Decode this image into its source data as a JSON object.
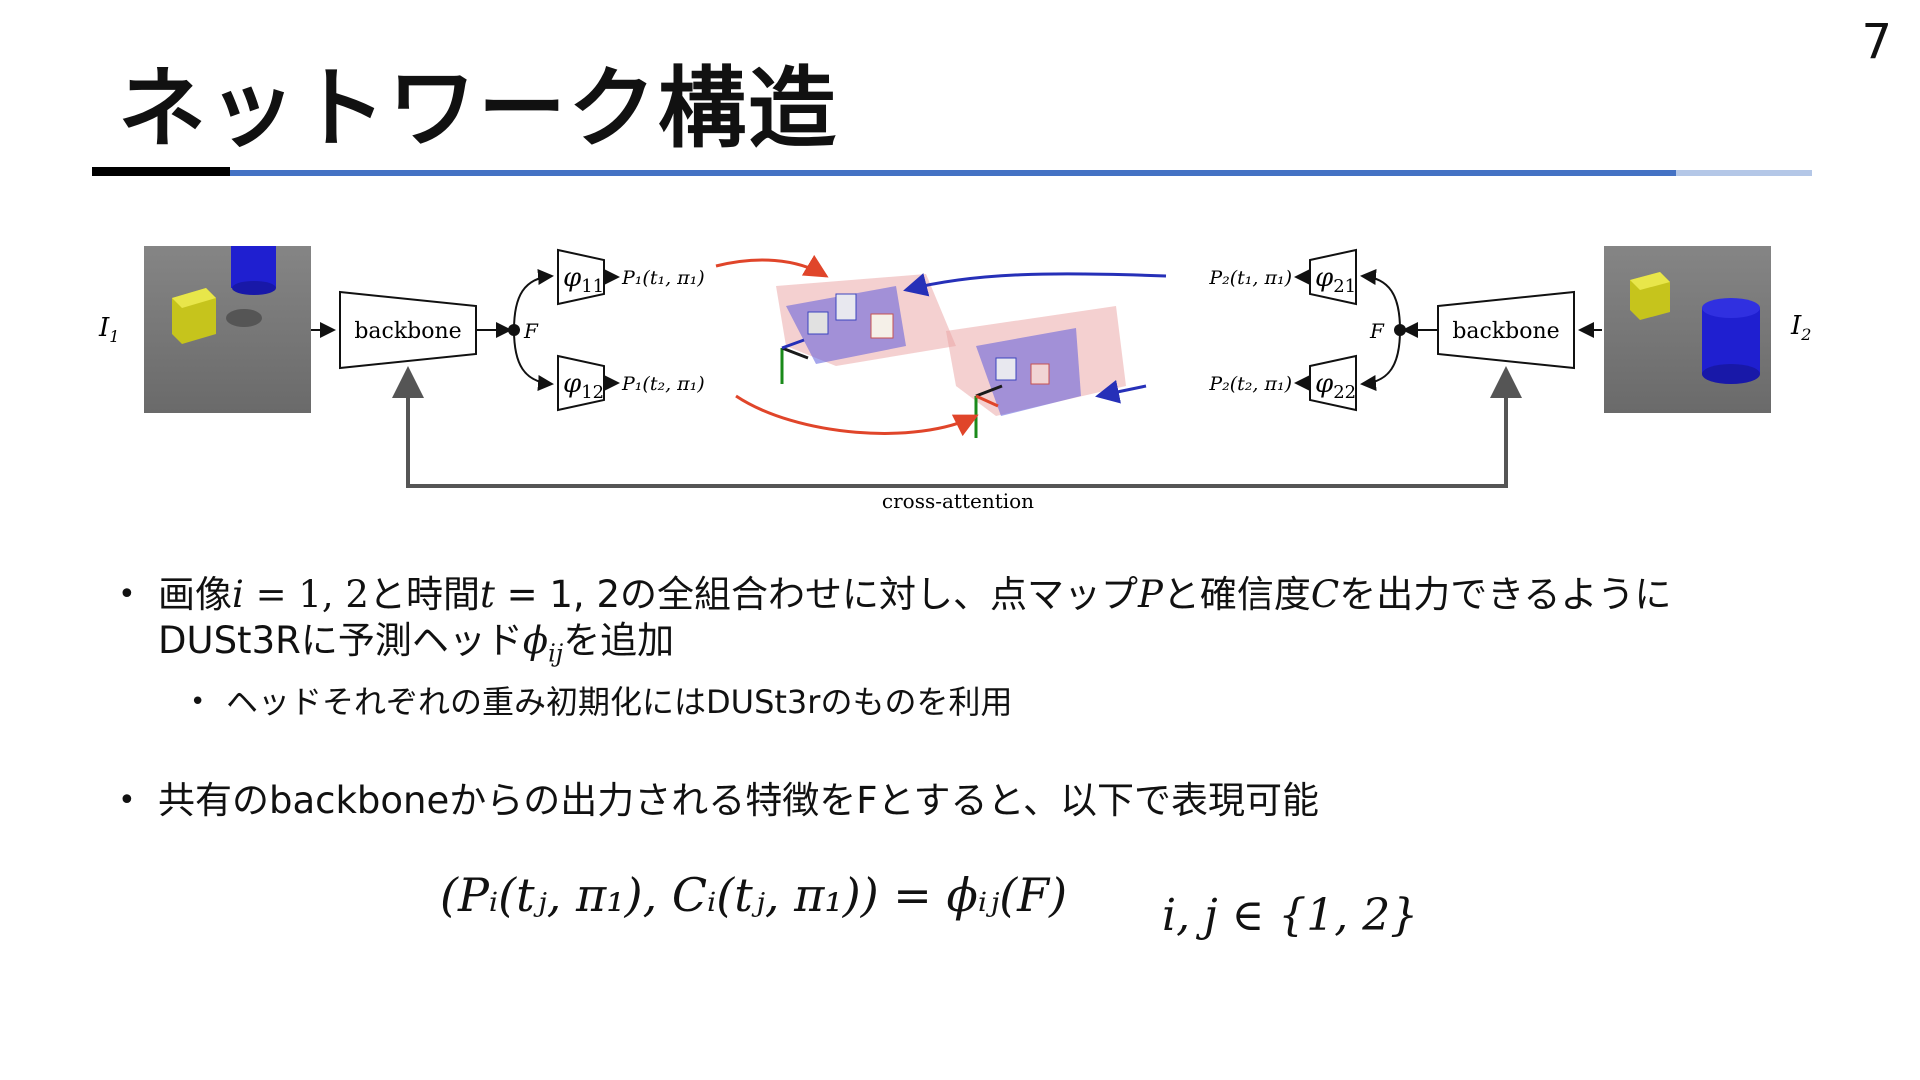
{
  "page_number": "7",
  "title": "ネットワーク構造",
  "figure": {
    "left_image_label": "I",
    "left_image_sub": "1",
    "right_image_label": "I",
    "right_image_sub": "2",
    "left_backbone": "backbone",
    "right_backbone": "backbone",
    "feature_left": "F",
    "feature_right": "F",
    "head_11": "φ",
    "head_11_sub": "11",
    "head_12": "φ",
    "head_12_sub": "12",
    "head_21": "φ",
    "head_21_sub": "21",
    "head_22": "φ",
    "head_22_sub": "22",
    "out_11": "P₁(t₁, π₁)",
    "out_12": "P₁(t₂, π₁)",
    "out_21": "P₂(t₁, π₁)",
    "out_22": "P₂(t₂, π₁)",
    "cross_attention": "cross-attention",
    "colors": {
      "red_arrow": "#e0452a",
      "blue_arrow": "#2630b8",
      "cube": "#d9d72a",
      "cylinder": "#1f1fd0"
    }
  },
  "bullets": {
    "b1_part1": "画像",
    "b1_math1": "i",
    "b1_part2": " = 1, 2と時間",
    "b1_math2": "t",
    "b1_part3": " = 1, 2の全組合わせに対し、点マップ",
    "b1_math3": "P",
    "b1_part4": "と確信度",
    "b1_math4": "C",
    "b1_part5": "を出力できるように",
    "b1_line2_part1": "DUSt3Rに予測ヘッド",
    "b1_line2_math": "ϕ",
    "b1_line2_sub": "ij",
    "b1_line2_part2": "を追加",
    "sub1": "ヘッドそれぞれの重み初期化にはDUSt3rのものを利用",
    "b2": "共有のbackboneからの出力される特徴をFとすると、以下で表現可能"
  },
  "equation": {
    "lhs": "(Pᵢ(tⱼ, π₁), Cᵢ(tⱼ, π₁)) = ϕᵢⱼ(F)",
    "rhs": "i, j ∈ {1, 2}"
  }
}
